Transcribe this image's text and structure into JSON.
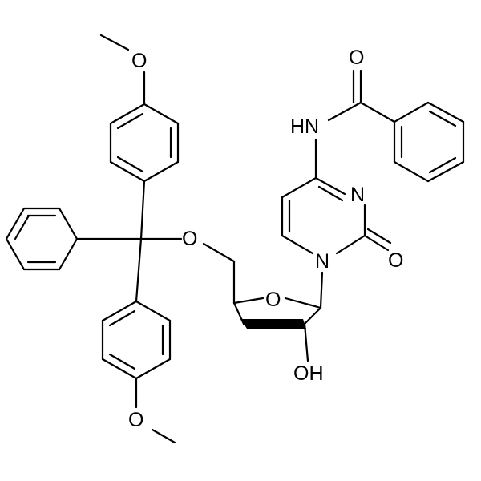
{
  "molecule": {
    "atom_labels": {
      "o_methoxy_top": "O",
      "o_methoxy_bottom": "O",
      "o_ether": "O",
      "o_ring": "O",
      "n1": "N",
      "n3": "N",
      "o_carbonyl_ring": "O",
      "nh_amide": "HN",
      "o_amide": "O",
      "oh": "OH"
    },
    "colors": {
      "bond": "#000000",
      "background": "#ffffff",
      "text": "#000000"
    }
  }
}
